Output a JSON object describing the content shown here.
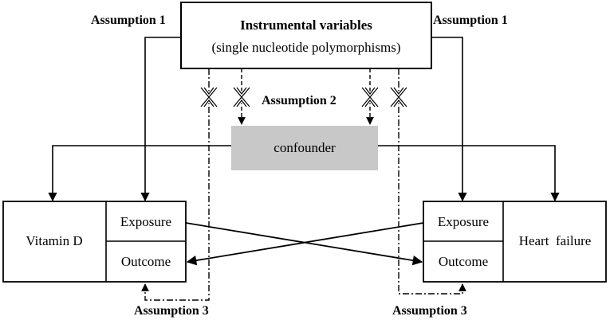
{
  "instrumental_variables": {
    "title": "Instrumental variables",
    "subtitle": "(single nucleotide polymorphisms)"
  },
  "assumptions": {
    "assumption1": "Assumption 1",
    "assumption2": "Assumption 2",
    "assumption3": "Assumption 3"
  },
  "confounder": {
    "label": "confounder",
    "fill": "#c8c8c8"
  },
  "left_box": {
    "name": "Vitamin D",
    "exposure": "Exposure",
    "outcome": "Outcome"
  },
  "right_box": {
    "name": "Heart  failure",
    "exposure": "Exposure",
    "outcome": "Outcome"
  }
}
